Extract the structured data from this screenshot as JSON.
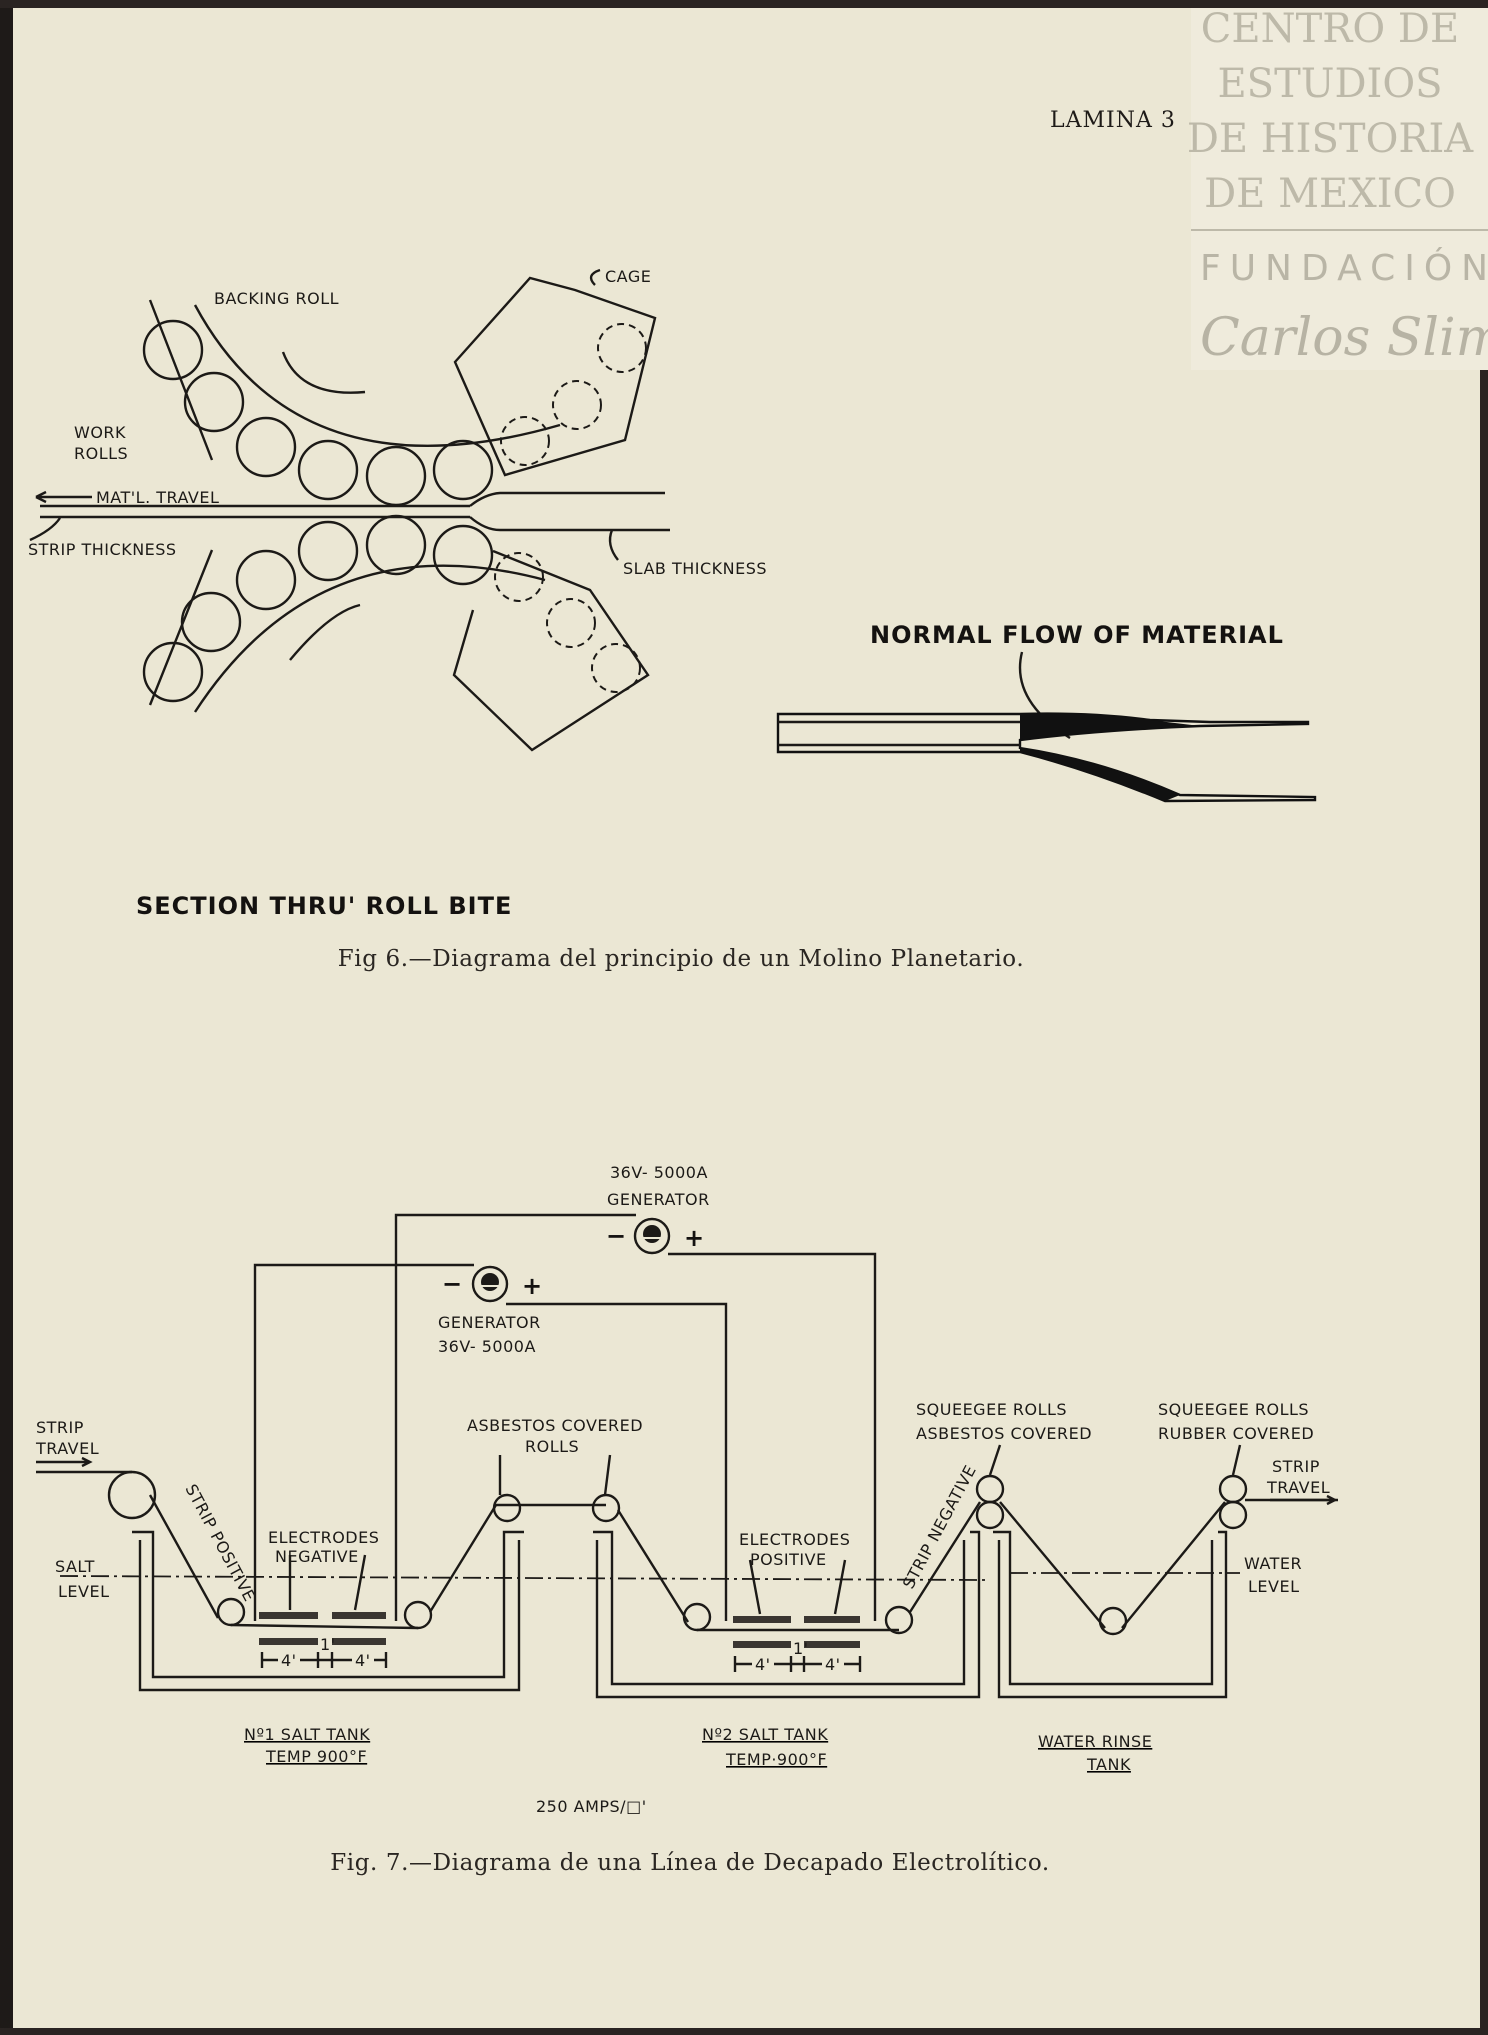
{
  "header": {
    "plate_label": "LAMINA 3"
  },
  "watermark": {
    "lines": [
      "CENTRO DE",
      "ESTUDIOS",
      "DE HISTORIA",
      "DE MEXICO"
    ],
    "fundacion": "FUNDACIÓN",
    "signature": "Carlos Slim"
  },
  "fig6": {
    "labels": {
      "backing_roll": "BACKING ROLL",
      "cage": "CAGE",
      "work": "WORK",
      "rolls": "ROLLS",
      "matl_travel": "MAT'L. TRAVEL",
      "strip_thickness": "STRIP THICKNESS",
      "slab_thickness": "SLAB THICKNESS",
      "normal_flow": "NORMAL FLOW OF MATERIAL"
    },
    "title": "SECTION THRU' ROLL BITE",
    "caption": "Fig 6.—Diagrama del principio de un Molino Planetario."
  },
  "fig7": {
    "labels": {
      "gen_top_rating": "36V- 5000A",
      "gen_top_name": "GENERATOR",
      "gen_low_name": "GENERATOR",
      "gen_low_rating": "36V- 5000A",
      "minus": "−",
      "plus": "+",
      "strip_travel_in_1": "STRIP",
      "strip_travel_in_2": "TRAVEL",
      "salt_level_1": "SALT",
      "salt_level_2": "LEVEL",
      "strip_positive": "STRIP POSITIVE",
      "electrodes_neg_1": "ELECTRODES",
      "electrodes_neg_2": "NEGATIVE",
      "asbestos_rolls_1": "ASBESTOS COVERED",
      "asbestos_rolls_2": "ROLLS",
      "electrodes_pos_1": "ELECTRODES",
      "electrodes_pos_2": "POSITIVE",
      "strip_negative": "STRIP NEGATIVE",
      "squeegee_a_1": "SQUEEGEE ROLLS",
      "squeegee_a_2": "ASBESTOS COVERED",
      "squeegee_r_1": "SQUEEGEE ROLLS",
      "squeegee_r_2": "RUBBER COVERED",
      "strip_travel_out_1": "STRIP",
      "strip_travel_out_2": "TRAVEL",
      "water_level_1": "WATER",
      "water_level_2": "LEVEL",
      "dim_4a": "4'",
      "dim_1": "1'",
      "dim_4b": "4'",
      "tank1_name": "Nº1 SALT TANK",
      "tank1_temp": "TEMP 900°F",
      "tank2_name": "Nº2 SALT TANK",
      "tank2_temp": "TEMP·900°F",
      "tank3_name": "WATER RINSE",
      "tank3_name_2": "TANK",
      "current_density": "250 AMPS/□'"
    },
    "caption": "Fig. 7.—Diagrama de una Línea de Decapado Electrolítico."
  }
}
